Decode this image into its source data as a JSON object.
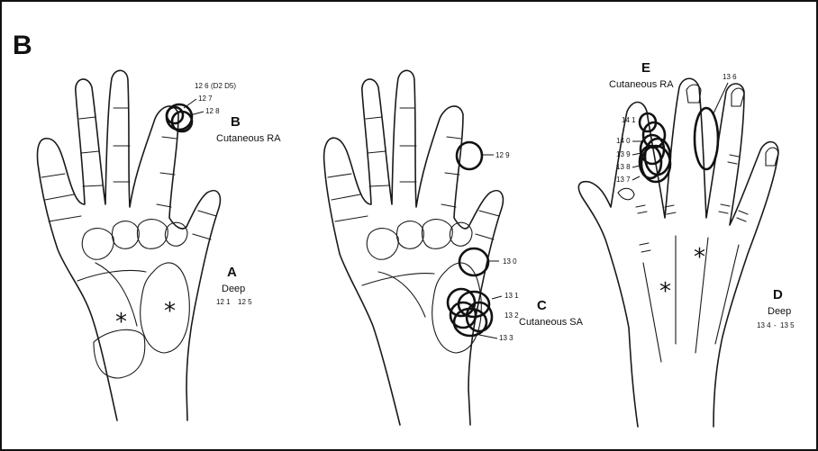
{
  "panel_letter": "B",
  "hands": [
    {
      "fields": [
        {
          "letter": "B",
          "desc": "Cutaneous RA",
          "units": [
            "12 6",
            "12 7",
            "12 8"
          ],
          "extra": "(D2  D5)"
        },
        {
          "letter": "A",
          "desc": "Deep",
          "units": [
            "12 1",
            "12 5"
          ]
        }
      ]
    },
    {
      "fields": [
        {
          "units": [
            "12 9"
          ]
        },
        {
          "units": [
            "13 0"
          ]
        },
        {
          "letter": "C",
          "desc": "Cutaneous SA",
          "units": [
            "13 1",
            "13 2",
            "13 3"
          ]
        }
      ]
    },
    {
      "fields": [
        {
          "letter": "E",
          "desc": "Cutaneous RA",
          "units": [
            "14 1",
            "14 0",
            "13 9",
            "13 8",
            "13 7",
            "13 6"
          ]
        },
        {
          "letter": "D",
          "desc": "Deep",
          "units": [
            "13 4",
            "13 5"
          ],
          "separator": "-"
        }
      ]
    }
  ],
  "asterisk": "*"
}
